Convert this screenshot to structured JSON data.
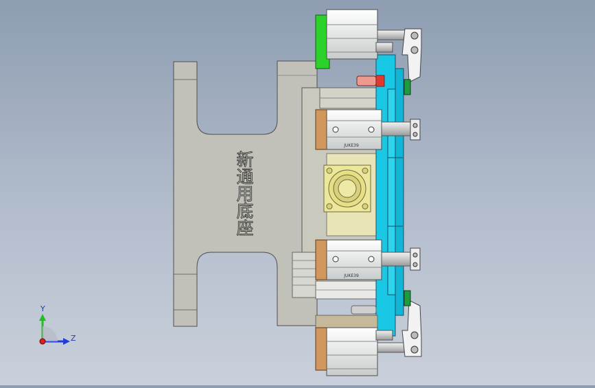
{
  "model": {
    "base_label": "新通用底座",
    "cylinder_marking": "JUKE39"
  },
  "triad": {
    "y_label": "Y",
    "z_label": "Z"
  },
  "colors": {
    "viewport_top": "#8e9db2",
    "viewport_bottom": "#c9d0db",
    "base_plate": "#c2c1b9",
    "cyan_plate": "#19c8e4",
    "green_block": "#2cd22c",
    "orange_block": "#d2975c",
    "yellow_part": "#ece79a",
    "red_pin": "#e03a30"
  }
}
